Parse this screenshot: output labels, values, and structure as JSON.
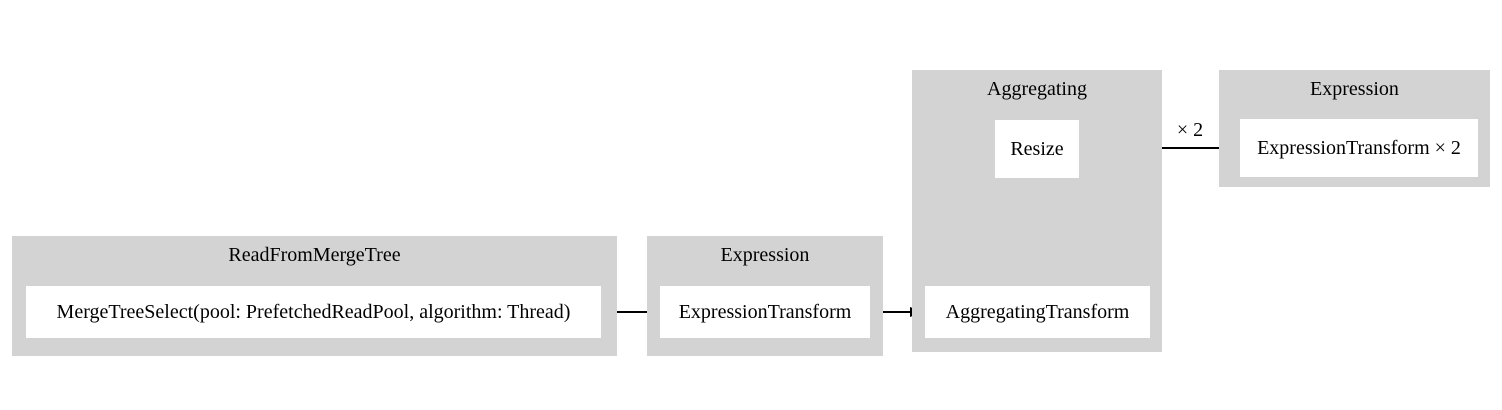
{
  "diagram": {
    "type": "pipeline-graph",
    "background": "#ffffff",
    "cluster_fill": "#d3d3d3",
    "node_fill": "#ffffff",
    "edge_color": "#000000",
    "clusters": [
      {
        "label": "ReadFromMergeTree",
        "nodes": [
          {
            "label": "MergeTreeSelect(pool: PrefetchedReadPool, algorithm: Thread)"
          }
        ]
      },
      {
        "label": "Expression",
        "nodes": [
          {
            "label": "ExpressionTransform"
          }
        ]
      },
      {
        "label": "Aggregating",
        "nodes": [
          {
            "label": "Resize"
          },
          {
            "label": "AggregatingTransform"
          }
        ]
      },
      {
        "label": "Expression",
        "nodes": [
          {
            "label": "ExpressionTransform × 2"
          }
        ]
      }
    ],
    "edges": [
      {
        "from": "MergeTreeSelect(pool: PrefetchedReadPool, algorithm: Thread)",
        "to": "ExpressionTransform",
        "label": ""
      },
      {
        "from": "ExpressionTransform",
        "to": "AggregatingTransform",
        "label": ""
      },
      {
        "from": "AggregatingTransform",
        "to": "Resize",
        "label": ""
      },
      {
        "from": "Resize",
        "to": "ExpressionTransform × 2",
        "label": "× 2"
      }
    ]
  }
}
